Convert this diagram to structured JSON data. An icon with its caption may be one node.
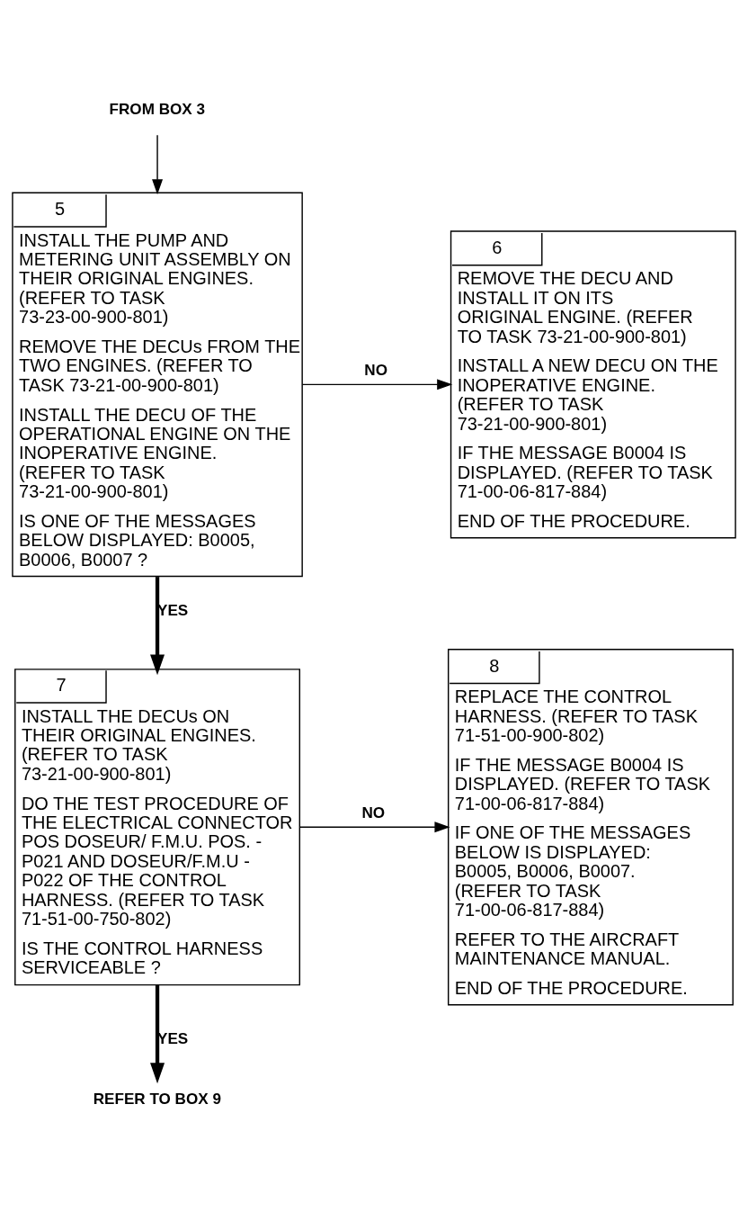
{
  "diagram": {
    "nodes": [
      {
        "text": [
          "FROM BOX 3"
        ]
      },
      {
        "text": [
          "5",
          "INSTALL THE PUMP AND METERING UNIT ASSEMBLY ON THEIR ORIGINAL ENGINES. (REFER TO TASK 73-23-00-900-801)",
          "REMOVE THE DECUs FROM THE TWO ENGINES. (REFER TO TASK 73-21-00-900-801)",
          "INSTALL THE DECU OF THE OPERATIONAL ENGINE ON THE INOPERATIVE ENGINE. (REFER TO TASK 73-21-00-900-801)",
          "IS ONE OF THE MESSAGES BELOW DISPLAYED: B0005, B0006, B0007 ?"
        ]
      },
      {
        "text": [
          "6",
          "REMOVE THE DECU AND INSTALL IT ON ITS ORIGINAL ENGINE. (REFER TO TASK 73-21-00-900-801)",
          "INSTALL A NEW DECU ON THE INOPERATIVE ENGINE. (REFER TO TASK 73-21-00-900-801)",
          "IF THE MESSAGE B0004 IS DISPLAYED. (REFER TO TASK 71-00-06-817-884)",
          "END OF THE PROCEDURE."
        ]
      },
      {
        "text": [
          "7",
          "INSTALL THE DECUs ON THEIR ORIGINAL ENGINES. (REFER TO TASK 73-21-00-900-801)",
          "DO THE TEST PROCEDURE OF THE ELECTRICAL CONNECTOR POS DOSEUR/ F.M.U. POS. - P021 AND DOSEUR/F.M.U - P022 OF THE CONTROL HARNESS. (REFER TO TASK 71-51-00-750-802)",
          "IS THE CONTROL HARNESS SERVICEABLE ?"
        ]
      },
      {
        "text": [
          "8",
          "REPLACE THE CONTROL HARNESS. (REFER TO TASK 71-51-00-900-802)",
          "IF THE MESSAGE B0004 IS DISPLAYED. (REFER TO TASK 71-00-06-817-884)",
          "IF ONE OF THE MESSAGES BELOW IS DISPLAYED: B0005, B0006, B0007. (REFER TO TASK 71-00-06-817-884)",
          "REFER TO THE AIRCRAFT MAINTENANCE MANUAL.",
          "END OF THE PROCEDURE."
        ]
      },
      {
        "text": [
          "REFER TO BOX 9"
        ]
      }
    ],
    "edges": [
      {
        "from": 0,
        "to": 1,
        "arrow": "to"
      },
      {
        "from": 1,
        "to": 2,
        "arrow": "to",
        "label": "NO"
      },
      {
        "from": 1,
        "to": 3,
        "arrow": "to",
        "label": "YES",
        "style": "thick"
      },
      {
        "from": 3,
        "to": 4,
        "arrow": "to",
        "label": "NO"
      },
      {
        "from": 3,
        "to": 5,
        "arrow": "to",
        "label": "YES",
        "style": "thick"
      }
    ]
  }
}
